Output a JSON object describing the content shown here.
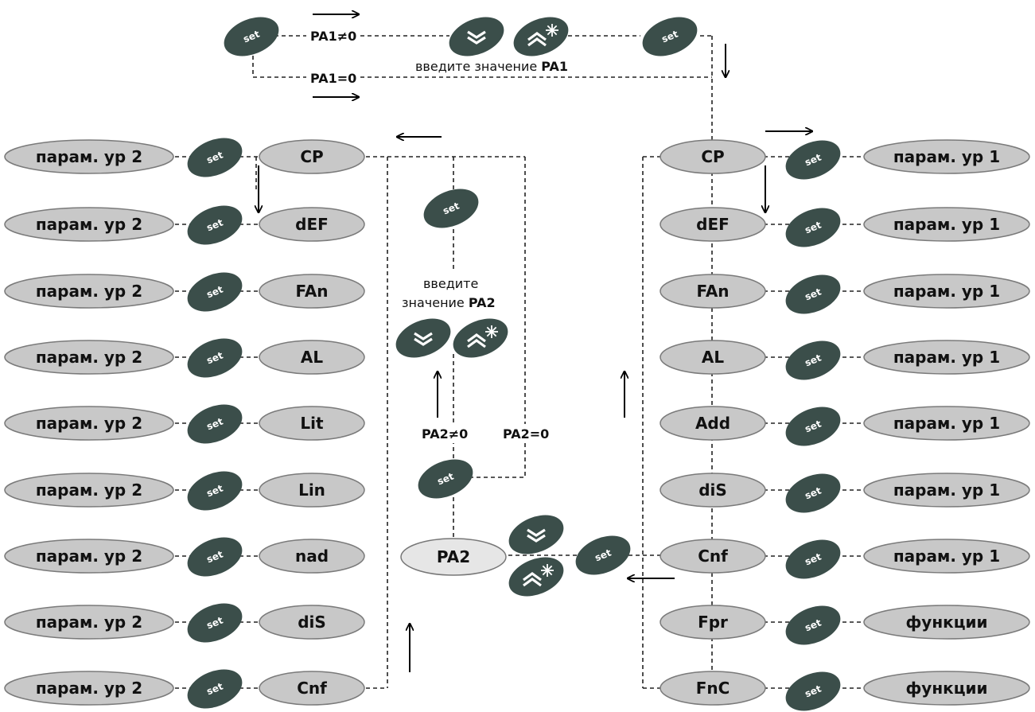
{
  "top": {
    "pa1_ne": "PA1≠0",
    "pa1_eq": "PA1=0",
    "enter_value_prefix": "введите значение ",
    "enter_value_param": "PA1"
  },
  "center": {
    "enter_line1": "введите",
    "enter_line2_prefix": "значение ",
    "enter_line2_param": "PA2",
    "pa2_ne": "PA2≠0",
    "pa2_eq": "PA2=0",
    "pa2_node": "PA2"
  },
  "set_label": "set",
  "left_column": {
    "param_label": "парам. ур 2",
    "items": [
      "CP",
      "dEF",
      "FAn",
      "AL",
      "Lit",
      "Lin",
      "nad",
      "diS",
      "Cnf"
    ]
  },
  "right_column": {
    "items": [
      {
        "code": "CP",
        "target": "парам. ур 1"
      },
      {
        "code": "dEF",
        "target": "парам. ур 1"
      },
      {
        "code": "FAn",
        "target": "парам. ур 1"
      },
      {
        "code": "AL",
        "target": "парам. ур 1"
      },
      {
        "code": "Add",
        "target": "парам. ур 1"
      },
      {
        "code": "diS",
        "target": "парам. ур 1"
      },
      {
        "code": "Cnf",
        "target": "парам. ур 1"
      },
      {
        "code": "Fpr",
        "target": "функции"
      },
      {
        "code": "FnC",
        "target": "функции"
      }
    ]
  },
  "colors": {
    "ellipse_fill": "#c8c8c8",
    "pa2_fill": "#e6e6e6",
    "button_fill": "#3b4e4a",
    "line": "#222222"
  }
}
